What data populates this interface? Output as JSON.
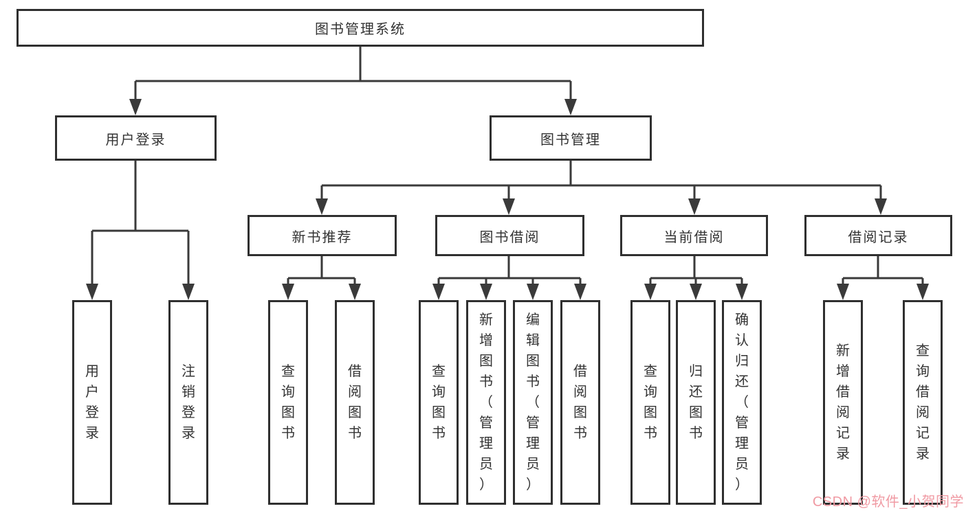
{
  "diagram": {
    "root": {
      "label": "图书管理系统"
    },
    "branches": [
      {
        "label": "用户登录",
        "children": [
          {
            "label": "用户登录"
          },
          {
            "label": "注销登录"
          }
        ]
      },
      {
        "label": "图书管理",
        "children": [
          {
            "label": "新书推荐",
            "children": [
              {
                "label": "查询图书"
              },
              {
                "label": "借阅图书"
              }
            ]
          },
          {
            "label": "图书借阅",
            "children": [
              {
                "label": "查询图书"
              },
              {
                "label": "新增图书（管理员）"
              },
              {
                "label": "编辑图书（管理员）"
              },
              {
                "label": "借阅图书"
              }
            ]
          },
          {
            "label": "当前借阅",
            "children": [
              {
                "label": "查询图书"
              },
              {
                "label": "归还图书"
              },
              {
                "label": "确认归还（管理员）"
              }
            ]
          },
          {
            "label": "借阅记录",
            "children": [
              {
                "label": "新增借阅记录"
              },
              {
                "label": "查询借阅记录"
              }
            ]
          }
        ]
      }
    ]
  },
  "watermark": {
    "text": "CSDN @软件_小贺同学",
    "color": "#f09aa3"
  },
  "colors": {
    "line": "#3a3a3a",
    "box_border": "#2f2f2f",
    "box_fill": "#ffffff",
    "text": "#333333",
    "background": "#ffffff"
  }
}
